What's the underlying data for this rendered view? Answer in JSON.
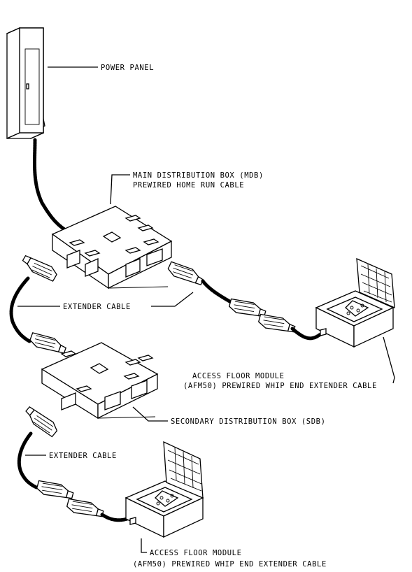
{
  "labels": {
    "power_panel": "POWER PANEL",
    "mdb_line1": "MAIN DISTRIBUTION BOX (MDB)",
    "mdb_line2": "PREWIRED HOME RUN CABLE",
    "extender_cable_1": "EXTENDER CABLE",
    "afm_1_line1": "ACCESS FLOOR MODULE",
    "afm_1_line2": "(AFM50) PREWIRED WHIP END EXTENDER CABLE",
    "sdb": "SECONDARY DISTRIBUTION BOX (SDB)",
    "extender_cable_2": "EXTENDER CABLE",
    "afm_2_line1": "ACCESS FLOOR MODULE",
    "afm_2_line2": "(AFM50) PREWIRED WHIP END EXTENDER CABLE"
  },
  "colors": {
    "ink": "#000000",
    "background": "#ffffff"
  }
}
